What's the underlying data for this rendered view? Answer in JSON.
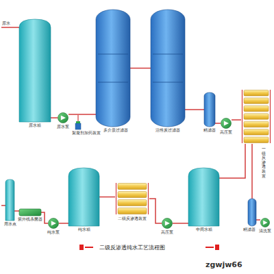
{
  "diagram": {
    "caption": "二级反渗透纯水工艺流程图",
    "nodes": [
      {
        "text": [
          "原水箱"
        ]
      },
      {
        "text": [
          "原水泵"
        ]
      },
      {
        "text": [
          "絮凝剂加药装置"
        ]
      },
      {
        "text": [
          "多介质过滤器"
        ]
      },
      {
        "text": [
          "活性炭过滤器"
        ]
      },
      {
        "text": [
          "精滤器"
        ]
      },
      {
        "text": [
          "高压泵"
        ]
      },
      {
        "text": [
          "一级反渗透装置"
        ]
      },
      {
        "text": [
          "用水点"
        ]
      },
      {
        "text": [
          "紫外线杀菌器"
        ]
      },
      {
        "text": [
          "纯水泵"
        ]
      },
      {
        "text": [
          "纯水箱"
        ]
      },
      {
        "text": [
          "二级反渗透装置"
        ]
      },
      {
        "text": [
          "高压泵"
        ]
      },
      {
        "text": [
          "中间水箱"
        ]
      },
      {
        "text": [
          "精滤器"
        ]
      },
      {
        "text": [
          "清洗泵"
        ]
      }
    ],
    "edges": [
      {
        "from": 0,
        "to": 1,
        "arrow": "none"
      },
      {
        "from": 1,
        "to": 3,
        "arrow": "none"
      },
      {
        "from": 3,
        "to": 4,
        "arrow": "none"
      },
      {
        "from": 4,
        "to": 5,
        "arrow": "none"
      },
      {
        "from": 5,
        "to": 6,
        "arrow": "none"
      },
      {
        "from": 6,
        "to": 7,
        "arrow": "none"
      },
      {
        "from": 7,
        "to": 14,
        "arrow": "none"
      },
      {
        "from": 14,
        "to": 13,
        "arrow": "none"
      },
      {
        "from": 13,
        "to": 12,
        "arrow": "none"
      },
      {
        "from": 12,
        "to": 11,
        "arrow": "none"
      },
      {
        "from": 11,
        "to": 10,
        "arrow": "none"
      },
      {
        "from": 10,
        "to": 9,
        "arrow": "none"
      },
      {
        "from": 9,
        "to": 8,
        "arrow": "none"
      },
      {
        "from": 16,
        "to": 15,
        "arrow": "none"
      },
      {
        "from": 15,
        "to": 7,
        "arrow": "none"
      }
    ],
    "labels": [
      "原水",
      "zgwjw66"
    ]
  }
}
